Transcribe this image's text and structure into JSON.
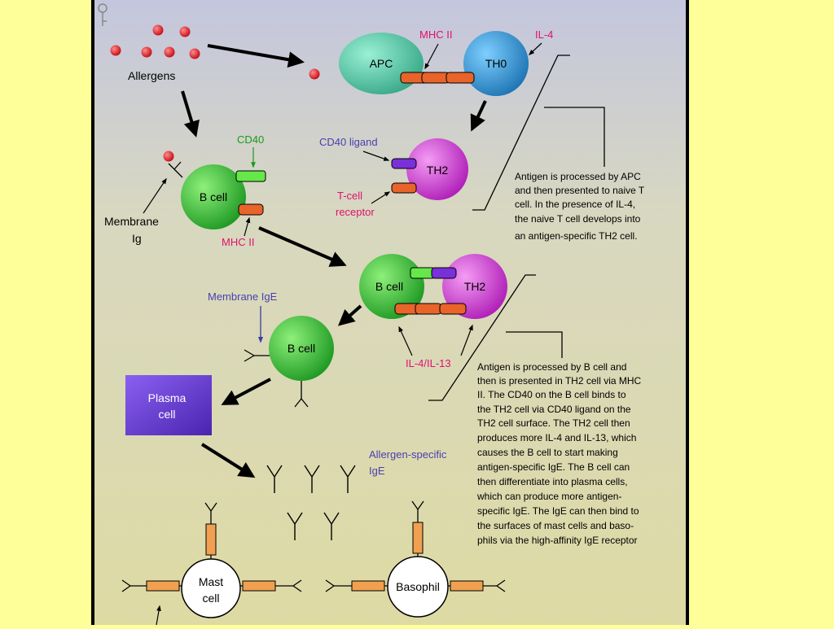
{
  "labels": {
    "allergens": "Allergens",
    "apc": "APC",
    "th0": "TH0",
    "mhc2_top": "MHC II",
    "il4_top": "IL-4",
    "cd40_ligand": "CD40 ligand",
    "th2_top": "TH2",
    "tcell_receptor_1": "T-cell",
    "tcell_receptor_2": "receptor",
    "cd40": "CD40",
    "bcell_1": "B cell",
    "membrane_ig_1": "Membrane",
    "membrane_ig_2": "Ig",
    "mhc2_bcell": "MHC II",
    "bcell_2": "B cell",
    "th2_2": "TH2",
    "membrane_ige": "Membrane IgE",
    "bcell_3": "B cell",
    "il4_il13": "IL-4/IL-13",
    "plasma_1": "Plasma",
    "plasma_2": "cell",
    "allergen_ige_1": "Allergen-specific",
    "allergen_ige_2": "IgE",
    "mast_1": "Mast",
    "mast_2": "cell",
    "basophil": "Basophil"
  },
  "text1": [
    "Antigen is processed by APC",
    "and then presented to naive T",
    "cell.  In the presence of IL-4,",
    "the naive T cell develops into",
    "an antigen-specific TH2 cell."
  ],
  "text2": [
    "Antigen is processed by B cell and",
    "then is presented in TH2 cell via MHC",
    "II.  The CD40 on the B cell binds to",
    "the TH2 cell via CD40 ligand on the",
    "TH2 cell surface.  The TH2 cell then",
    "produces more IL-4 and IL-13, which",
    "causes the B cell to start making",
    "antigen-specific IgE.  The B cell can",
    "then differentiate into plasma cells,",
    "which can produce more antigen-",
    "specific IgE. The IgE can then bind to",
    "the surfaces of mast cells and baso-",
    "phils via the high-affinity IgE receptor"
  ],
  "colors": {
    "page_bg": "#ffff99",
    "pink_label": "#e0106e",
    "blue_label": "#4a3fb0",
    "green_label": "#1a9a1a",
    "receptor_orange": "#e8642a"
  }
}
